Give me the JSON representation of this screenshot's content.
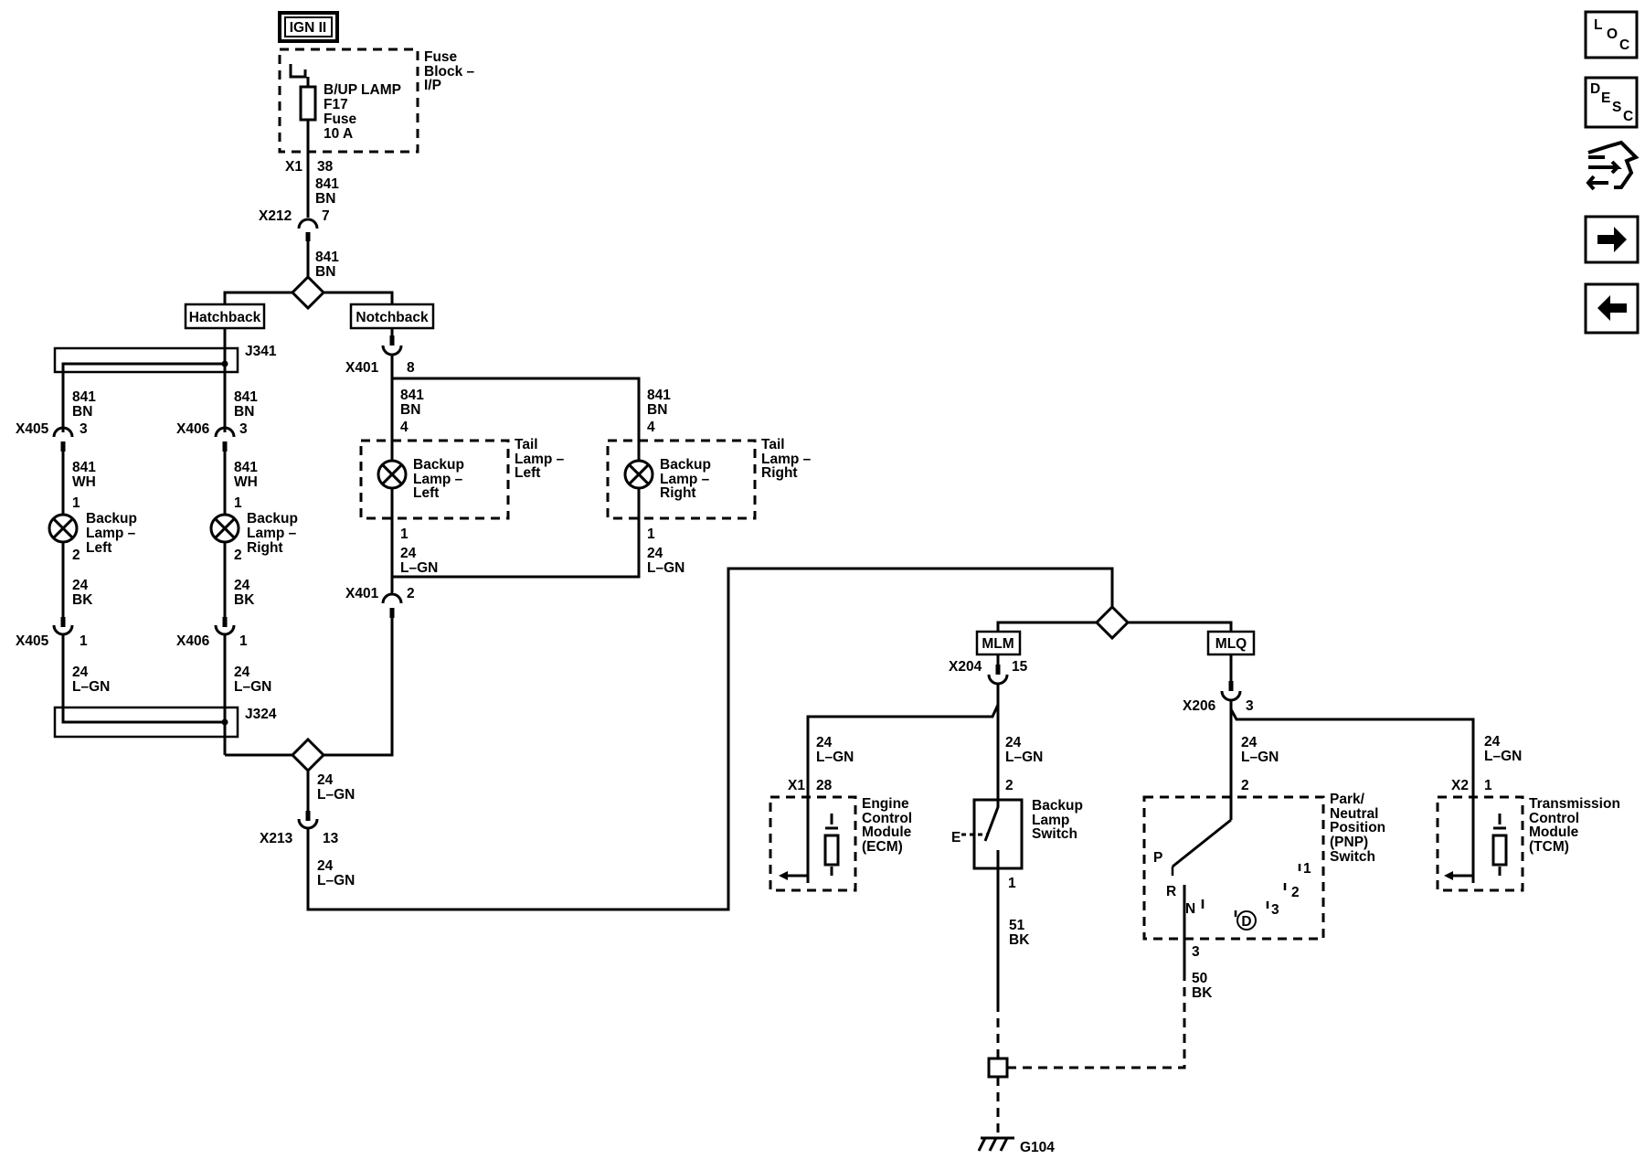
{
  "power": {
    "source": "IGN II"
  },
  "fuse_block": {
    "title": [
      "Fuse",
      "Block –",
      "I/P"
    ],
    "fuse": [
      "B/UP LAMP",
      "F17",
      "Fuse",
      "10 A"
    ]
  },
  "connectors": {
    "x1_top": {
      "name": "X1",
      "pin": "38"
    },
    "x212": {
      "name": "X212",
      "pin": "7"
    },
    "x401_top": {
      "name": "X401",
      "pin": "8"
    },
    "x401_bot": {
      "name": "X401",
      "pin": "2"
    },
    "x405_top": {
      "name": "X405",
      "pin": "3"
    },
    "x406_top": {
      "name": "X406",
      "pin": "3"
    },
    "x405_bot": {
      "name": "X405",
      "pin": "1"
    },
    "x406_bot": {
      "name": "X406",
      "pin": "1"
    },
    "x213": {
      "name": "X213",
      "pin": "13"
    },
    "x204": {
      "name": "X204",
      "pin": "15"
    },
    "x206": {
      "name": "X206",
      "pin": "3"
    },
    "x1_ecm": {
      "name": "X1",
      "pin": "28"
    },
    "x2_tcm": {
      "name": "X2",
      "pin": "1"
    }
  },
  "splices": {
    "j341": "J341",
    "j324": "J324"
  },
  "options": {
    "hatchback": "Hatchback",
    "notchback": "Notchback",
    "mlm": "MLM",
    "mlq": "MLQ"
  },
  "wires": {
    "w841_bn": [
      "841",
      "BN"
    ],
    "w841_wh": [
      "841",
      "WH"
    ],
    "w24_lgn": [
      "24",
      "L–GN"
    ],
    "w24_bk": [
      "24",
      "BK"
    ],
    "w51_bk": [
      "51",
      "BK"
    ],
    "w50_bk": [
      "50",
      "BK"
    ]
  },
  "pins": {
    "p1": "1",
    "p2": "2",
    "p3": "3",
    "p4": "4"
  },
  "components": {
    "backup_lamp_left": [
      "Backup",
      "Lamp –",
      "Left"
    ],
    "backup_lamp_right": [
      "Backup",
      "Lamp –",
      "Right"
    ],
    "tail_lamp_left": [
      "Tail",
      "Lamp –",
      "Left"
    ],
    "tail_lamp_right": [
      "Tail",
      "Lamp –",
      "Right"
    ],
    "ecm": [
      "Engine",
      "Control",
      "Module",
      "(ECM)"
    ],
    "backup_lamp_switch": [
      "Backup",
      "Lamp",
      "Switch"
    ],
    "pnp_switch": [
      "Park/",
      "Neutral",
      "Position",
      "(PNP)",
      "Switch"
    ],
    "tcm": [
      "Transmission",
      "Control",
      "Module",
      "(TCM)"
    ]
  },
  "pnp_positions": {
    "p": "P",
    "r": "R",
    "n": "N",
    "d": "D",
    "one": "1",
    "two": "2",
    "three": "3"
  },
  "switch_letter": "E",
  "ground": "G104",
  "nav": {
    "loc": [
      "L",
      "O",
      "C"
    ],
    "desc": [
      "D",
      "E",
      "S",
      "C"
    ],
    "icons": [
      "connector-wrench-icon",
      "arrow-right-icon",
      "arrow-left-icon"
    ]
  }
}
